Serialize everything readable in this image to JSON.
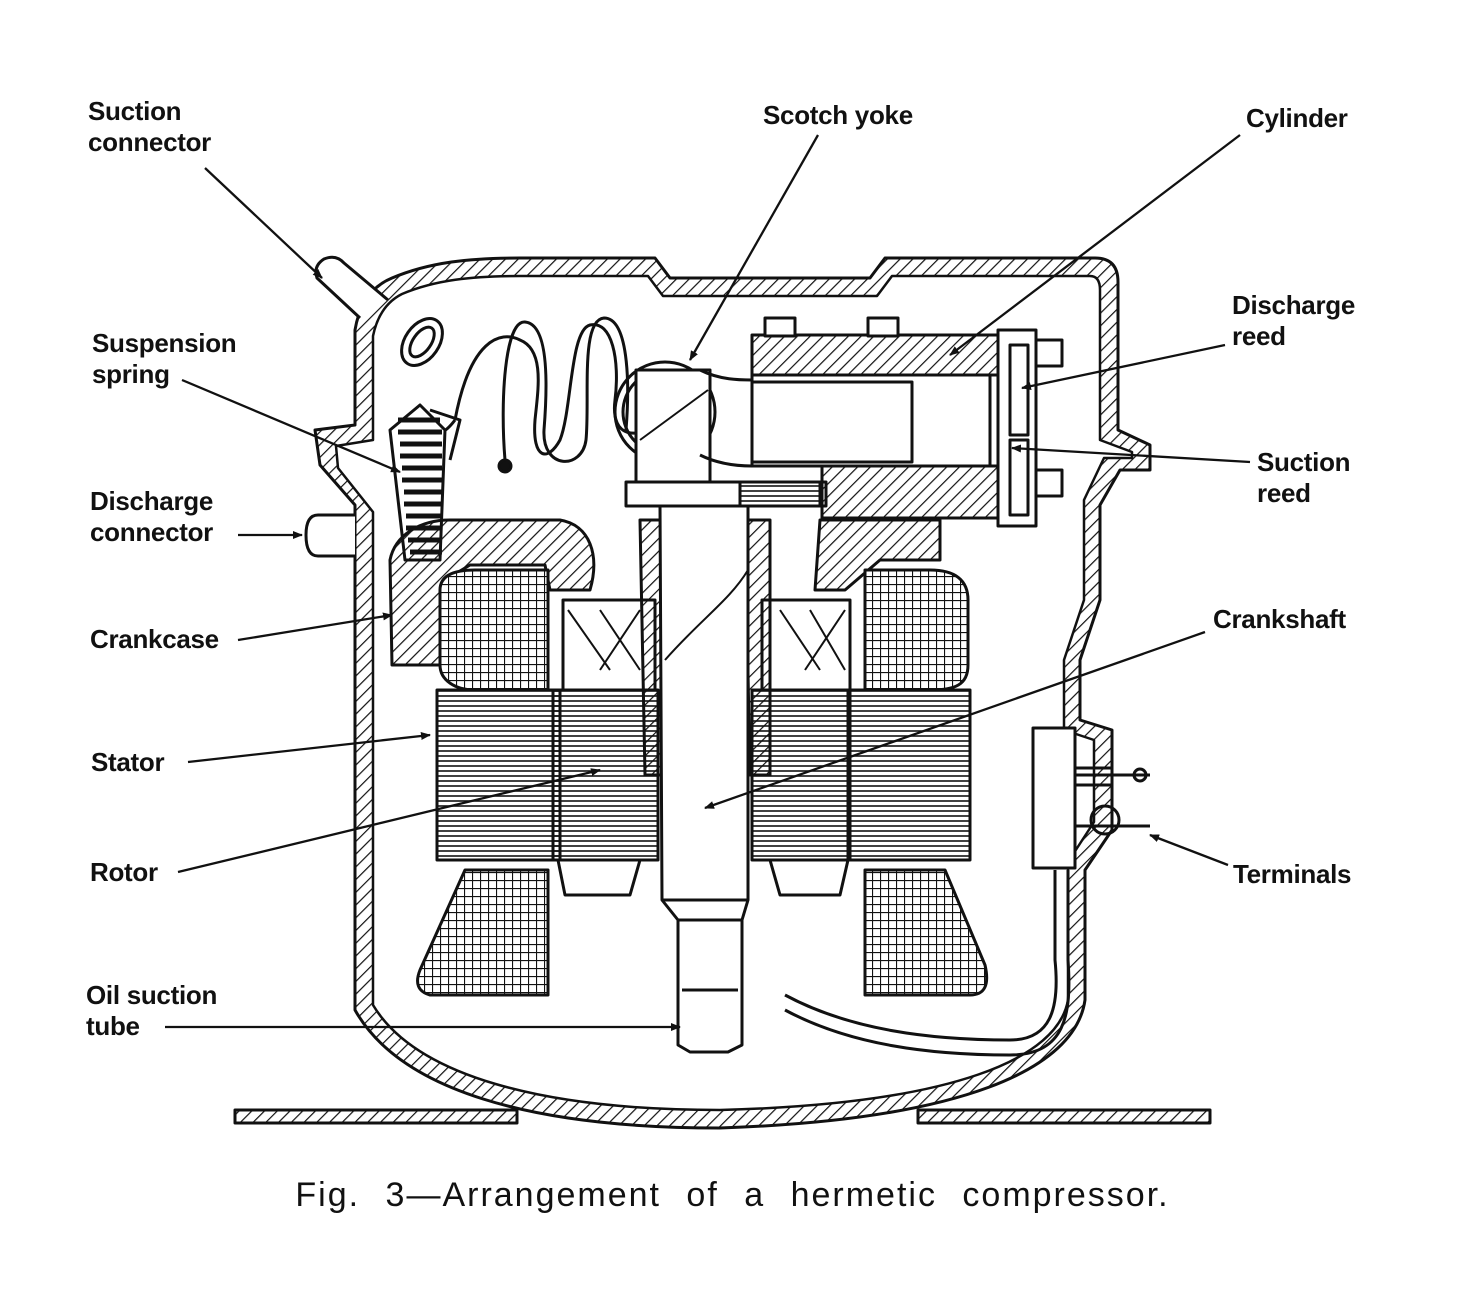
{
  "labels": {
    "suction_connector": "Suction\nconnector",
    "scotch_yoke": "Scotch yoke",
    "cylinder": "Cylinder",
    "suspension_spring": "Suspension\nspring",
    "discharge_reed": "Discharge\nreed",
    "discharge_connector": "Discharge\nconnector",
    "suction_reed": "Suction\nreed",
    "crankcase": "Crankcase",
    "crankshaft": "Crankshaft",
    "stator": "Stator",
    "rotor": "Rotor",
    "terminals": "Terminals",
    "oil_suction_tube": "Oil suction\ntube"
  },
  "caption": "Fig. 3—Arrangement of a hermetic compressor.",
  "colors": {
    "ink": "#111111",
    "paper": "#ffffff"
  }
}
